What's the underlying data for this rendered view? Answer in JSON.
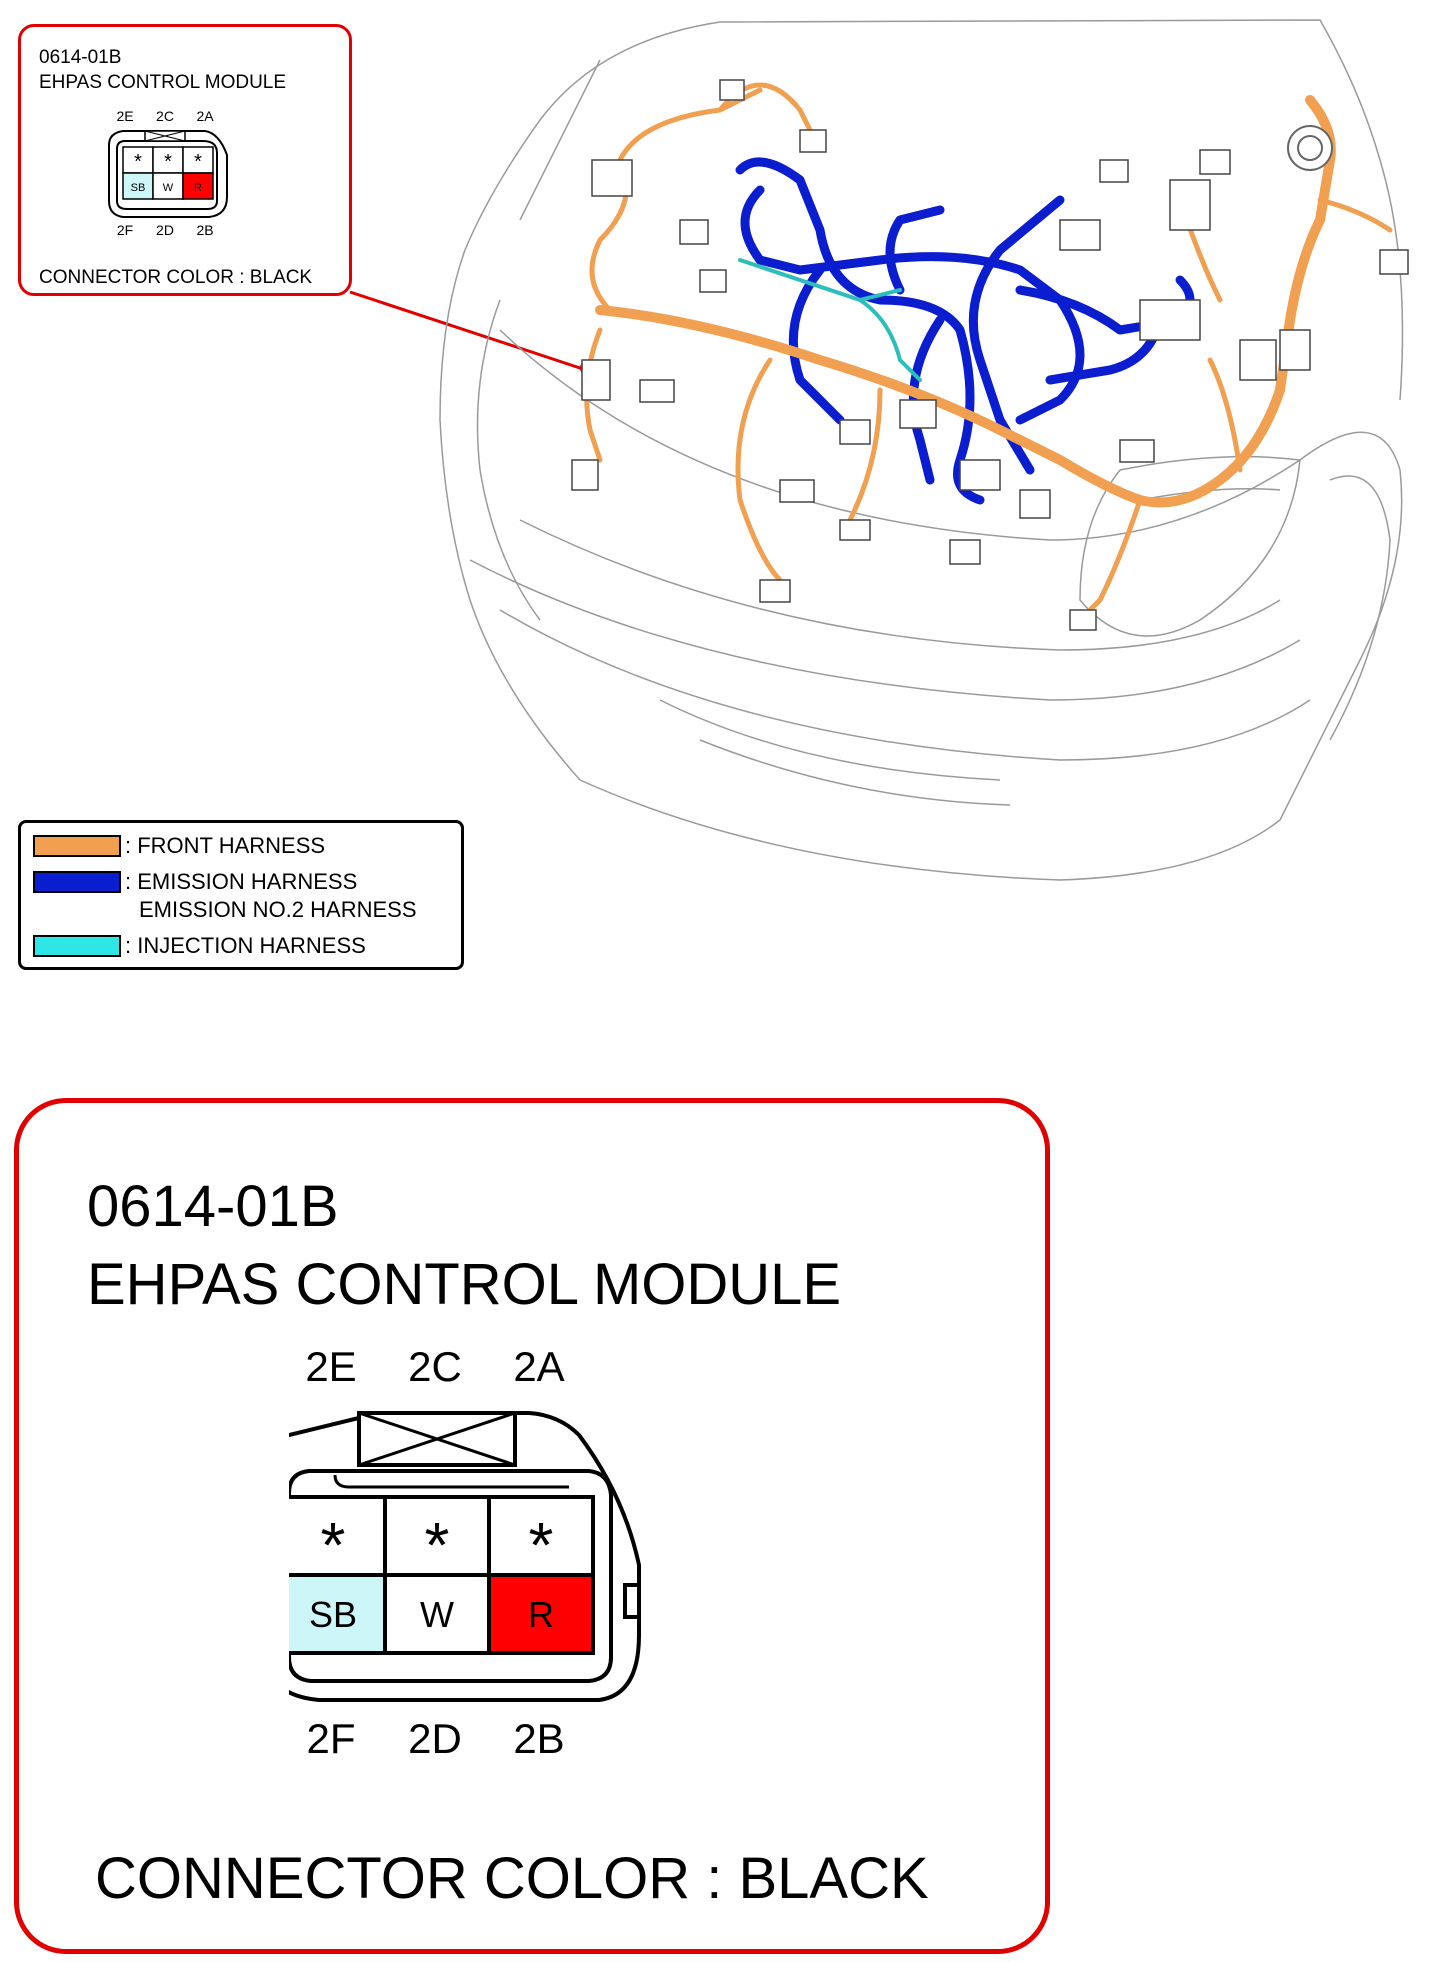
{
  "connector": {
    "code": "0614-01B",
    "name": "EHPAS CONTROL MODULE",
    "top_labels": [
      "2E",
      "2C",
      "2A"
    ],
    "bottom_labels": [
      "2F",
      "2D",
      "2B"
    ],
    "top_row_mark": "*",
    "pins_bottom": [
      {
        "pin": "2F",
        "wire": "SB",
        "fill": "#ccf6f8"
      },
      {
        "pin": "2D",
        "wire": "W",
        "fill": "#ffffff"
      },
      {
        "pin": "2B",
        "wire": "R",
        "fill": "#ff0000"
      }
    ],
    "color_note": "CONNECTOR COLOR : BLACK"
  },
  "legend": {
    "items": [
      {
        "color": "#f0a050",
        "label": ": FRONT HARNESS",
        "label2": ""
      },
      {
        "color": "#0a1ecf",
        "label": ": EMISSION HARNESS",
        "label2": "EMISSION NO.2 HARNESS"
      },
      {
        "color": "#2ee6e6",
        "label": ": INJECTION HARNESS",
        "label2": ""
      }
    ]
  },
  "colors": {
    "callout_border": "#e00000",
    "front_harness": "#f0a050",
    "emission_harness": "#0a1ecf",
    "injection_harness": "#2ee6e6"
  }
}
